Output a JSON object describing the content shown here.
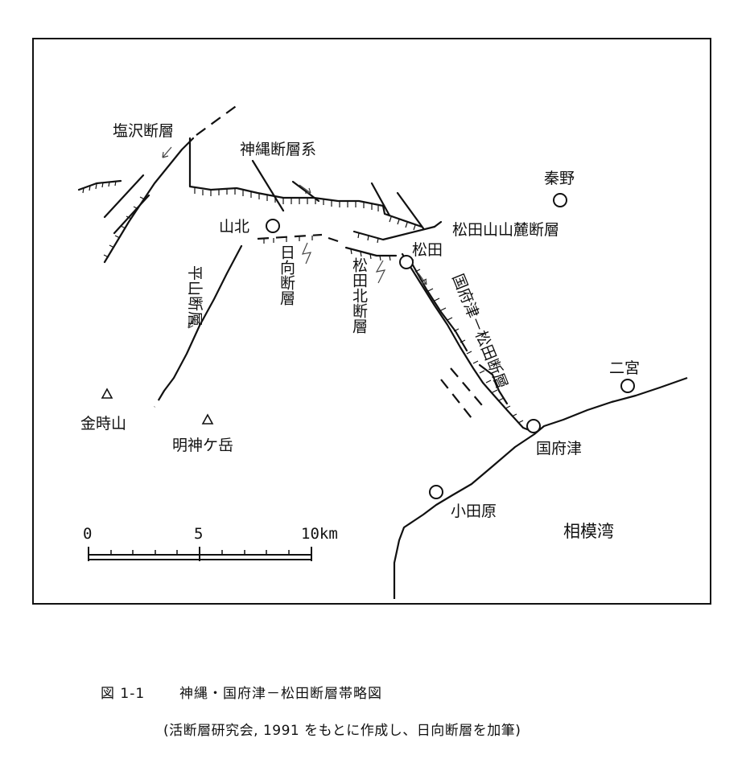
{
  "map": {
    "fault_labels": {
      "shiozawa": "塩沢断層",
      "kanawa": "神縄断層系",
      "hirayama": "平山断層",
      "hinata": "日向断層",
      "matsuda_kita": "松田北断層",
      "matsuda_sanroku": "松田山山麓断層",
      "kozu_matsuda": "国府津－松田断層"
    },
    "places": {
      "yamakita": "山北",
      "matsuda": "松田",
      "hadano": "秦野",
      "ninomiya": "二宮",
      "kozu": "国府津",
      "odawara": "小田原",
      "sagami_bay": "相模湾"
    },
    "peaks": {
      "kintoki": "金時山",
      "myojin": "明神ケ岳"
    },
    "scale_bar": {
      "tick_0": "0",
      "tick_5": "5",
      "tick_10": "10km"
    }
  },
  "caption": {
    "figure_number": "図 1-1",
    "title": "神縄・国府津－松田断層帯略図",
    "source": "(活断層研究会, 1991 をもとに作成し、日向断層を加筆)"
  }
}
